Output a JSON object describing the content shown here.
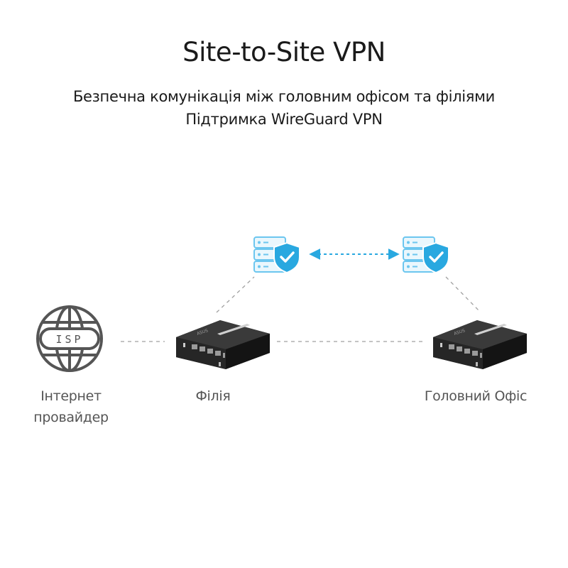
{
  "header": {
    "title": "Site-to-Site VPN",
    "subtitle_line1": "Безпечна комунікація між головним офісом та філіями",
    "subtitle_line2": "Підтримка WireGuard VPN"
  },
  "nodes": {
    "isp": {
      "icon": "globe-icon",
      "badge": "ISP",
      "label_line1": "Інтернет",
      "label_line2": "провайдер"
    },
    "branch": {
      "icon": "router-icon",
      "label": "Філія"
    },
    "headquarters": {
      "icon": "router-icon",
      "label": "Головний Офіс"
    },
    "vpn_left": {
      "icon": "secure-server-icon"
    },
    "vpn_right": {
      "icon": "secure-server-icon"
    }
  },
  "colors": {
    "accent": "#29a8e0",
    "accent_light": "#bfe6f7",
    "icon_gray": "#555555",
    "router_body": "#2b2b2b",
    "dashed_line": "#a0a0a0"
  }
}
